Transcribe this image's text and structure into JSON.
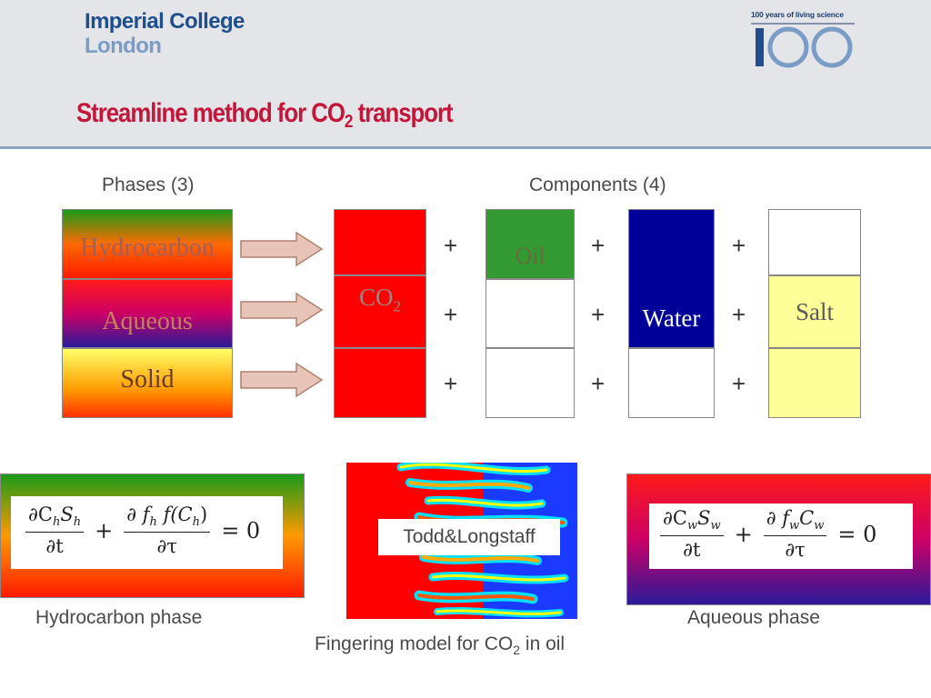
{
  "header": {
    "logo_line1": "Imperial College",
    "logo_line2": "London",
    "anniversary_tagline": "100 years of living science",
    "anniversary_number": "100",
    "title_main": "Streamline method for CO",
    "title_sub": "2",
    "title_rest": " transport"
  },
  "labels": {
    "phases": "Phases (3)",
    "components": "Components (4)",
    "hydrocarbon_phase": "Hydrocarbon phase",
    "aqueous_phase": "Aqueous phase",
    "fingering_main": "Fingering model for CO",
    "fingering_sub": "2",
    "fingering_rest": " in oil"
  },
  "phases": {
    "hydrocarbon": "Hydrocarbon",
    "aqueous": "Aqueous",
    "solid": "Solid"
  },
  "components": {
    "co2_main": "CO",
    "co2_sub": "2",
    "oil": "Oil",
    "water": "Water",
    "salt": "Salt"
  },
  "plus_sign": "+",
  "figure_caption": "Todd&Longstaff",
  "equation_hydrocarbon": {
    "n1": "∂C",
    "n1s": "h",
    "n1b": "S",
    "n1bs": "h",
    "d1": "∂t",
    "plus": "+",
    "n2": "∂ f",
    "n2s": "h",
    "n2b": "f(C",
    "n2bs": "h",
    "n2c": ")",
    "d2": "∂τ",
    "rhs": "= 0"
  },
  "equation_aqueous": {
    "n1": "∂C",
    "n1s": "w",
    "n1b": "S",
    "n1bs": "w",
    "d1": "∂t",
    "plus": "+",
    "n2": "∂ f",
    "n2s": "w",
    "n2b": "C",
    "n2bs": "w",
    "d2": "∂τ",
    "rhs": "= 0"
  },
  "colors": {
    "title": "#c4163b",
    "co2": "#ff0000",
    "oil": "#339933",
    "water": "#000099",
    "salt": "#ffff99",
    "arrow_fill": "#e8c4b8"
  }
}
